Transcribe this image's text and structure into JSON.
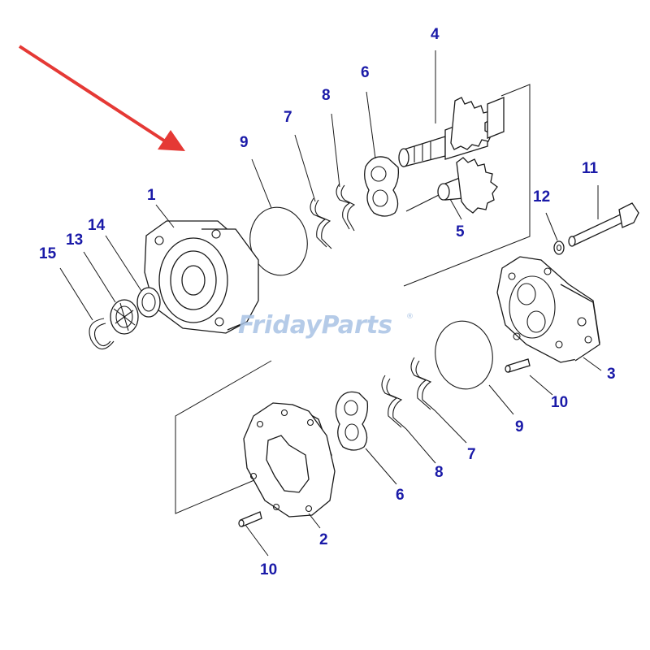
{
  "callouts": {
    "c1": "1",
    "c2": "2",
    "c3": "3",
    "c4": "4",
    "c5": "5",
    "c6a": "6",
    "c6b": "6",
    "c7a": "7",
    "c7b": "7",
    "c8a": "8",
    "c8b": "8",
    "c9a": "9",
    "c9b": "9",
    "c10a": "10",
    "c10b": "10",
    "c11": "11",
    "c12": "12",
    "c13": "13",
    "c14": "14",
    "c15": "15"
  },
  "watermark": {
    "brand": "FridayParts",
    "mark": "®"
  },
  "colors": {
    "callout": "#1a1aa8",
    "arrow": "#e53935",
    "line": "#1a1a1a",
    "watermark": "#a9c3e4"
  }
}
